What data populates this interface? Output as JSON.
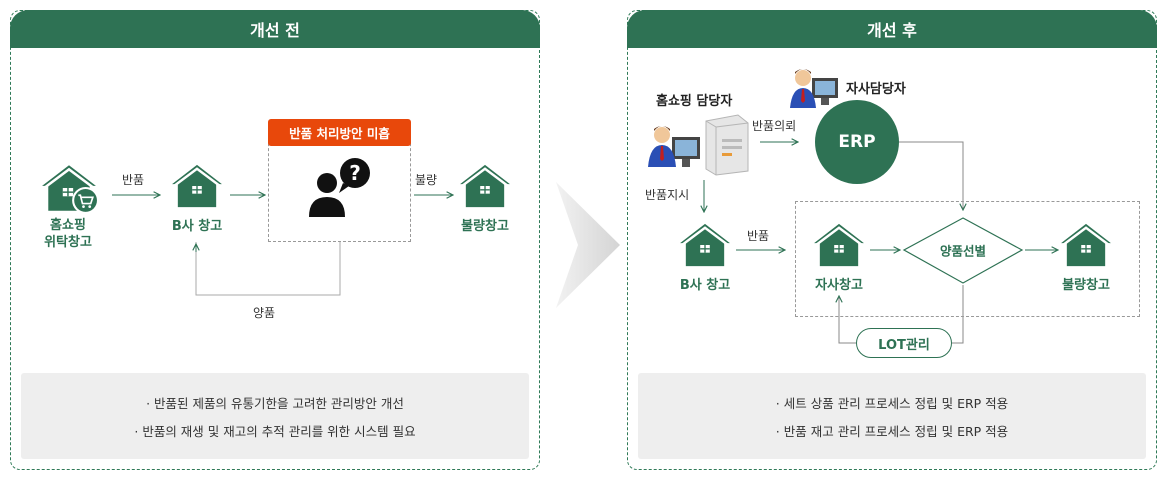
{
  "before": {
    "title": "개선 전",
    "nodes": {
      "homeshop": "홈쇼핑\n위탁창고",
      "b_warehouse": "B사 창고",
      "defect_warehouse": "불량창고"
    },
    "issue_badge": "반품 처리방안 미흡",
    "flows": {
      "return": "반품",
      "defect": "불량",
      "good": "양품"
    },
    "notes": [
      "· 반품된 제품의 유통기한을 고려한 관리방안 개선",
      "· 반품의 재생 및 재고의 추적 관리를 위한 시스템 필요"
    ]
  },
  "after": {
    "title": "개선 후",
    "persons": {
      "homeshop_manager": "홈쇼핑 담당자",
      "own_manager": "자사담당자"
    },
    "erp": "ERP",
    "flows": {
      "return_request": "반품의뢰",
      "return_instruction": "반품지시",
      "return": "반품"
    },
    "nodes": {
      "b_warehouse": "B사 창고",
      "own_warehouse": "자사창고",
      "defect_warehouse": "불량창고"
    },
    "sorting": "양품선별",
    "lot": "LOT관리",
    "notes": [
      "· 세트 상품 관리 프로세스 정립 및 ERP 적용",
      "· 반품 재고 관리 프로세스 정립 및 ERP 적용"
    ]
  },
  "colors": {
    "brand_green": "#2e7254",
    "alert_orange": "#e8480b"
  }
}
